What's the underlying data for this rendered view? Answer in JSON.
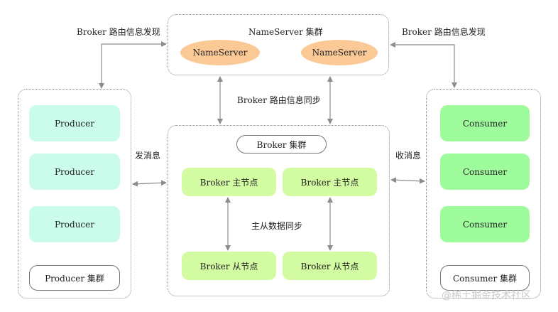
{
  "colors": {
    "nameserver_fill": "#fbc995",
    "producer_fill": "#cbfbea",
    "consumer_fill": "#9efc9c",
    "broker_fill": "#d3fca2",
    "edge": "#8c8c8c"
  },
  "nameserver_cluster": {
    "title": "NameServer 集群",
    "nodes": [
      "NameServer",
      "NameServer"
    ]
  },
  "producer_cluster": {
    "nodes": [
      "Producer",
      "Producer",
      "Producer"
    ],
    "cluster_label": "Producer 集群"
  },
  "consumer_cluster": {
    "nodes": [
      "Consumer",
      "Consumer",
      "Consumer"
    ],
    "cluster_label": "Consumer 集群"
  },
  "broker_cluster": {
    "cluster_label": "Broker 集群",
    "masters": [
      "Broker 主节点",
      "Broker 主节点"
    ],
    "slaves": [
      "Broker 从节点",
      "Broker 从节点"
    ]
  },
  "edge_labels": {
    "left_discovery": "Broker 路由信息发现",
    "right_discovery": "Broker 路由信息发现",
    "route_sync": "Broker 路由信息同步",
    "send": "发消息",
    "receive": "收消息",
    "master_slave_sync": "主从数据同步"
  },
  "watermark": "@稀土掘金技术社区"
}
